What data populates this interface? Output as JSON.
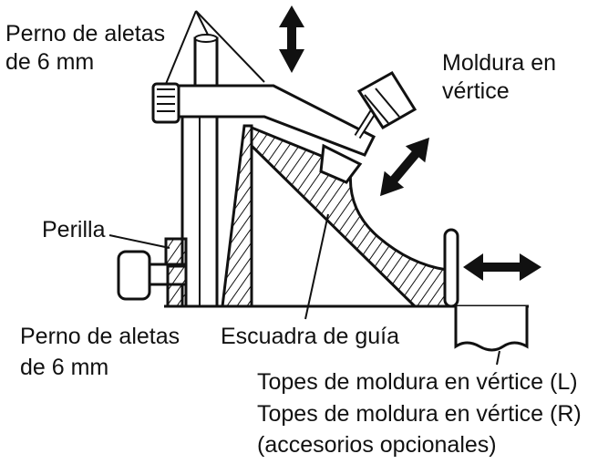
{
  "colors": {
    "ink": "#111111",
    "background": "#ffffff"
  },
  "labels": {
    "wing_bolt_top_line1": "Perno de aletas",
    "wing_bolt_top_line2": "de 6 mm",
    "crown_molding_line1": "Moldura en",
    "crown_molding_line2": "vértice",
    "knob": "Perilla",
    "wing_bolt_bottom_line1": "Perno de aletas",
    "wing_bolt_bottom_line2": "de 6 mm",
    "guide_square": "Escuadra de guía",
    "stops_line1": "Topes de moldura en vértice (L)",
    "stops_line2": "Topes de moldura en vértice (R)",
    "stops_line3": "(accesorios opcionales)"
  },
  "icons": [
    "vertical-double-arrow-icon",
    "diagonal-double-arrow-icon",
    "horizontal-double-arrow-icon"
  ]
}
